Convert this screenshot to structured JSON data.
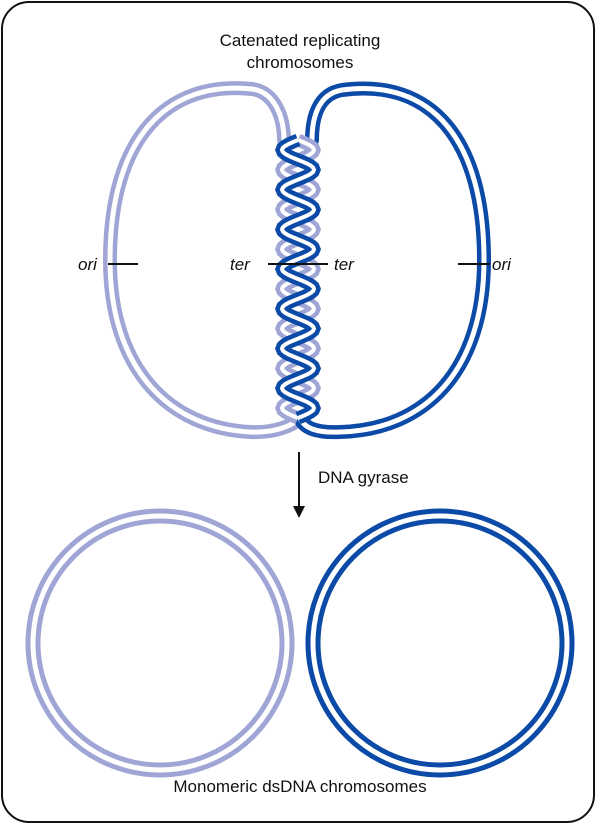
{
  "title": {
    "line1": "Catenated replicating",
    "line2": "chromosomes"
  },
  "labels": {
    "ori_left": "ori",
    "ter_left": "ter",
    "ter_right": "ter",
    "ori_right": "ori"
  },
  "arrow_label": "DNA gyrase",
  "caption": "Monomeric dsDNA chromosomes",
  "colors": {
    "light_strand": "#9fa5d5",
    "dark_strand": "#0b4aa7",
    "text": "#111111",
    "background": "#ffffff"
  }
}
